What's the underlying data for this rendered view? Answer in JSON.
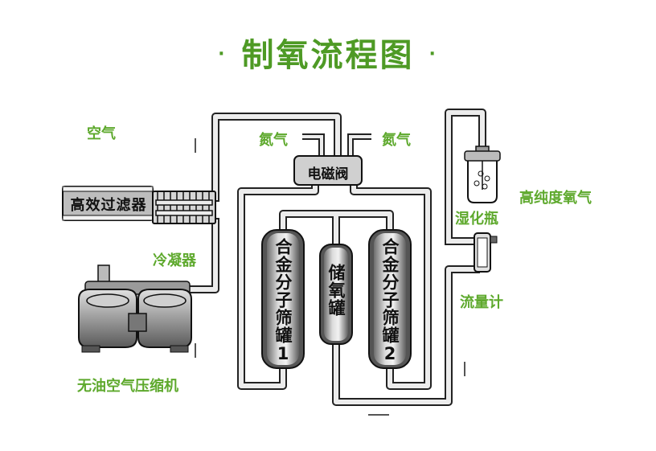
{
  "title": "制氧流程图",
  "title_dots": [
    "·",
    "·"
  ],
  "labels": {
    "air": "空气",
    "nitrogen_left": "氮气",
    "nitrogen_right": "氮气",
    "high_purity_oxygen": "高纯度氧气",
    "humidifier": "湿化瓶",
    "condenser": "冷凝器",
    "flowmeter": "流量计",
    "compressor": "无油空气压缩机"
  },
  "components": {
    "filter": "高效过滤器",
    "solenoid_valve": "电磁阀",
    "sieve_tank_1": "合金分子筛罐1",
    "storage_tank": "储氧罐",
    "sieve_tank_2": "合金分子筛罐2"
  },
  "colors": {
    "title_green": "#4e9a25",
    "label_green": "#5ea92d",
    "pipe_fill": "#ececec",
    "pipe_stroke": "#222222"
  }
}
